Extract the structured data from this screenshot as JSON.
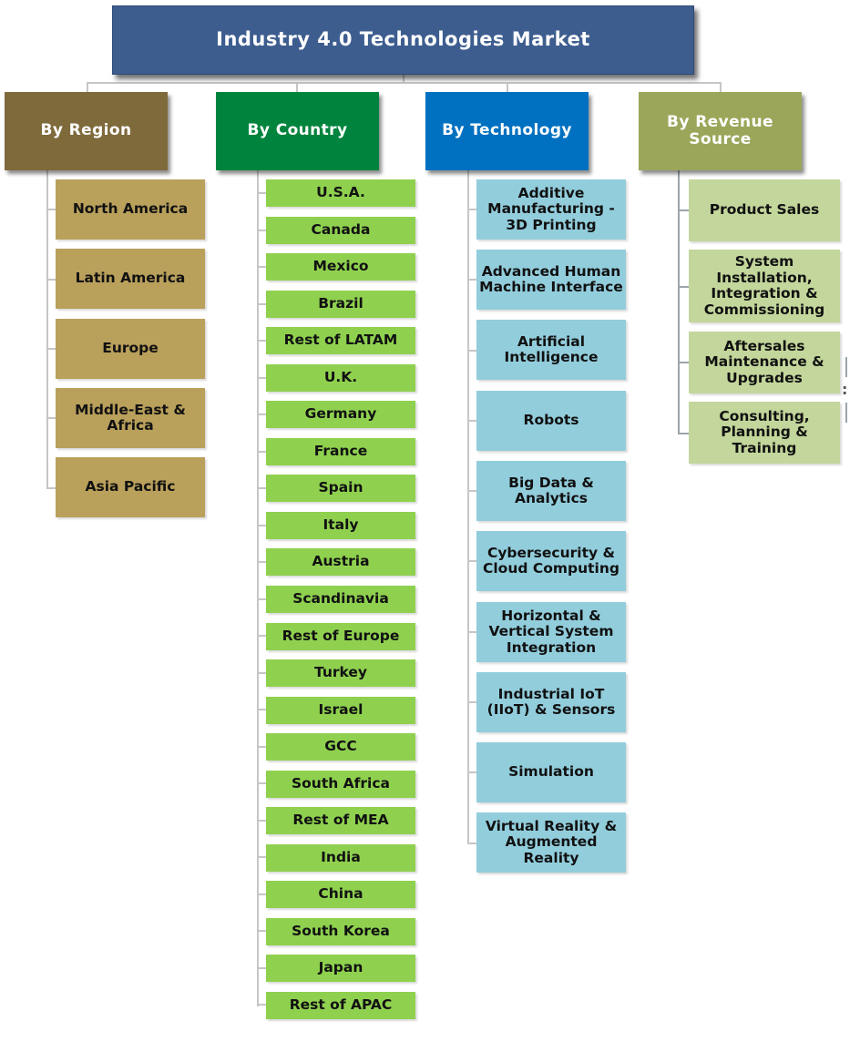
{
  "title": "Industry 4.0 Technologies Market",
  "colors": {
    "root": "#3d5d8f",
    "region_header": "#7f6a3c",
    "country_header": "#00843d",
    "technology_header": "#0070c0",
    "revenue_header": "#9ba65a",
    "region_leaf": "#b9a05b",
    "country_leaf": "#8fd14f",
    "technology_leaf": "#92cddc",
    "revenue_leaf": "#c3d69b"
  },
  "categories": [
    {
      "label": "By Region",
      "items": [
        "North America",
        "Latin America",
        "Europe",
        "Middle-East & Africa",
        "Asia Pacific"
      ]
    },
    {
      "label": "By Country",
      "items": [
        "U.S.A.",
        "Canada",
        "Mexico",
        "Brazil",
        "Rest of LATAM",
        "U.K.",
        "Germany",
        "France",
        "Spain",
        "Italy",
        "Austria",
        "Scandinavia",
        "Rest of Europe",
        "Turkey",
        "Israel",
        "GCC",
        "South Africa",
        "Rest of MEA",
        "India",
        "China",
        "South Korea",
        "Japan",
        "Rest of APAC"
      ]
    },
    {
      "label": "By Technology",
      "items": [
        "Additive Manufacturing - 3D Printing",
        "Advanced Human Machine Interface",
        "Artificial Intelligence",
        "Robots",
        "Big Data & Analytics",
        "Cybersecurity & Cloud Computing",
        "Horizontal & Vertical System Integration",
        "Industrial IoT (IIoT) & Sensors",
        "Simulation",
        "Virtual Reality & Augmented Reality"
      ]
    },
    {
      "label": "By Revenue Source",
      "items": [
        "Product Sales",
        "System Installation, Integration & Commissioning",
        "Aftersales Maintenance & Upgrades",
        "Consulting, Planning & Training"
      ]
    }
  ]
}
